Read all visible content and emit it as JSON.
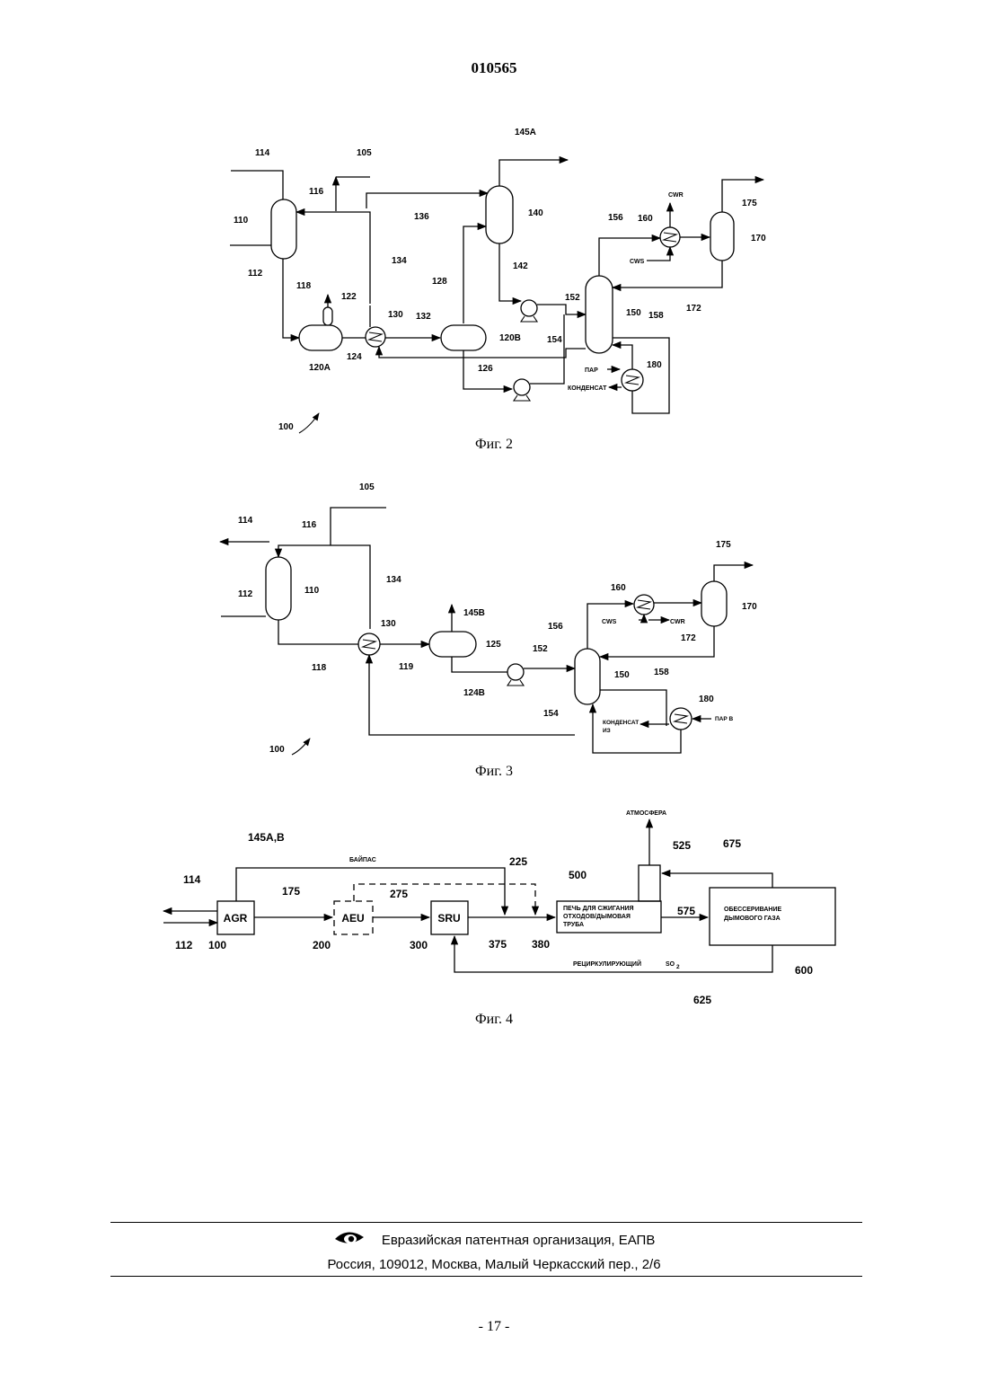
{
  "header": {
    "doc_number": "010565"
  },
  "fig2": {
    "caption": "Фиг. 2",
    "labels": {
      "l114": "114",
      "l105": "105",
      "l116": "116",
      "l110": "110",
      "l112": "112",
      "l118": "118",
      "l122": "122",
      "l120A": "120A",
      "l124": "124",
      "l130": "130",
      "l134": "134",
      "l136": "136",
      "l132": "132",
      "l145A": "145A",
      "l140": "140",
      "l142": "142",
      "l128": "128",
      "l120B": "120B",
      "l126": "126",
      "l152": "152",
      "l154": "154",
      "l150": "150",
      "l158": "158",
      "l156": "156",
      "l160": "160",
      "cwr": "CWR",
      "cws": "CWS",
      "l175": "175",
      "l170": "170",
      "l172": "172",
      "l180": "180",
      "par": "ПАР",
      "kondensat": "КОНДЕНСАТ",
      "l100": "100"
    }
  },
  "fig3": {
    "caption": "Фиг. 3",
    "labels": {
      "l105": "105",
      "l114": "114",
      "l116": "116",
      "l134": "134",
      "l112": "112",
      "l110": "110",
      "l130": "130",
      "l118": "118",
      "l119": "119",
      "l145B": "145B",
      "l125": "125",
      "l124B": "124B",
      "l152": "152",
      "l156": "156",
      "l160": "160",
      "cws": "CWS",
      "cwr": "CWR",
      "l175": "175",
      "l170": "170",
      "l172": "172",
      "l150": "150",
      "l158": "158",
      "l180": "180",
      "l154": "154",
      "kondensat": "КОНДЕНСАТ",
      "iz": "ИЗ",
      "par_v": "ПАР В",
      "l100": "100"
    }
  },
  "fig4": {
    "caption": "Фиг. 4",
    "labels": {
      "atmosfera": "АТМОСФЕРА",
      "l145AB": "145A,B",
      "bypass": "БАЙПАС",
      "l525": "525",
      "l675": "675",
      "l225": "225",
      "l114": "114",
      "l175": "175",
      "l275": "275",
      "l500": "500",
      "l575": "575",
      "agr": "AGR",
      "aeu": "AEU",
      "sru": "SRU",
      "incinerator_1": "ПЕЧЬ ДЛЯ СЖИГАНИЯ",
      "incinerator_2": "ОТХОДОВ/ДЫМОВАЯ",
      "incinerator_3": "ТРУБА",
      "fgd_1": "ОБЕССЕРИВАНИЕ",
      "fgd_2": "ДЫМОВОГО ГАЗА",
      "l112": "112",
      "l100": "100",
      "l200": "200",
      "l300": "300",
      "l375": "375",
      "l380": "380",
      "recycle": "РЕЦИРКУЛИРУЮЩИЙ",
      "so": "SO",
      "sub2": "2",
      "l600": "600",
      "l625": "625"
    }
  },
  "footer": {
    "org": "Евразийская патентная организация, ЕАПВ",
    "address": "Россия, 109012, Москва, Малый Черкасский пер., 2/6"
  },
  "page_number": "- 17 -"
}
